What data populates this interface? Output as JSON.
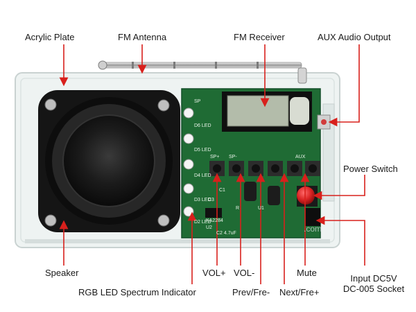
{
  "labels": {
    "acrylic_plate": "Acrylic Plate",
    "fm_antenna": "FM Antenna",
    "fm_receiver": "FM Receiver",
    "aux_audio_output": "AUX Audio Output",
    "power_switch": "Power Switch",
    "speaker": "Speaker",
    "rgb_led": "RGB LED Spectrum Indicator",
    "vol_plus": "VOL+",
    "vol_minus": "VOL-",
    "prev_fre": "Prev/Fre-",
    "next_fre": "Next/Fre+",
    "mute": "Mute",
    "input_dc_line1": "Input DC5V",
    "input_dc_line2": "DC-005 Socket"
  },
  "pcb_silkscreen": {
    "sp": "SP",
    "sp_plus": "SP+",
    "sp_minus": "SP-",
    "aux": "AUX",
    "led_labels": [
      "D6 LED",
      "D5 LED",
      "D4 LED",
      "D3 LED",
      "D2 LED"
    ],
    "chip": "KA2284",
    "u2": "U2",
    "cap": "C2 4.7uF",
    "c1": "C1",
    "c3": "C3",
    "r_ref": "R",
    "u1": "U1"
  },
  "watermark": ".com",
  "colors": {
    "annotation": "#d8201c",
    "pcb": "#1f6b34",
    "acrylic": "#eef3f2",
    "speaker": "#1a1a1a",
    "lcd": "#b3bcaa",
    "power_button": "#d92424"
  }
}
